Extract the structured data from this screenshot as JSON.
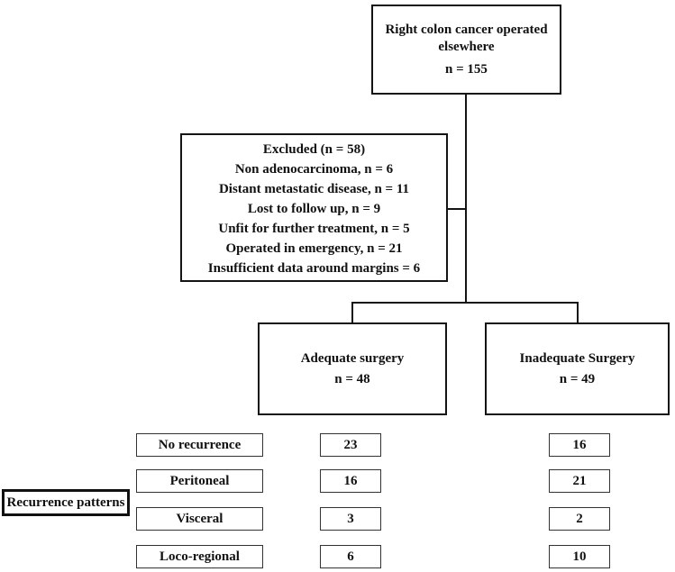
{
  "root_box": {
    "title": "Right colon cancer operated elsewhere",
    "n": "n = 155"
  },
  "excluded_box": {
    "lines": [
      "Excluded (n = 58)",
      "Non adenocarcinoma, n = 6",
      "Distant metastatic disease, n = 11",
      "Lost to follow up,  n = 9",
      "Unfit for further treatment, n = 5",
      "Operated in emergency, n = 21",
      "Insufficient data around margins = 6"
    ]
  },
  "branches": {
    "adequate": {
      "label": "Adequate surgery",
      "n": "n = 48"
    },
    "inadequate": {
      "label": "Inadequate Surgery",
      "n": "n = 49"
    }
  },
  "recurrence": {
    "section_label": "Recurrence patterns",
    "rows": [
      {
        "label": "No recurrence",
        "adequate": "23",
        "inadequate": "16"
      },
      {
        "label": "Peritoneal",
        "adequate": "16",
        "inadequate": "21"
      },
      {
        "label": "Visceral",
        "adequate": "3",
        "inadequate": "2"
      },
      {
        "label": "Loco-regional",
        "adequate": "6",
        "inadequate": "10"
      }
    ]
  },
  "colors": {
    "border": "#141414",
    "text": "#111111",
    "background": "#ffffff"
  }
}
